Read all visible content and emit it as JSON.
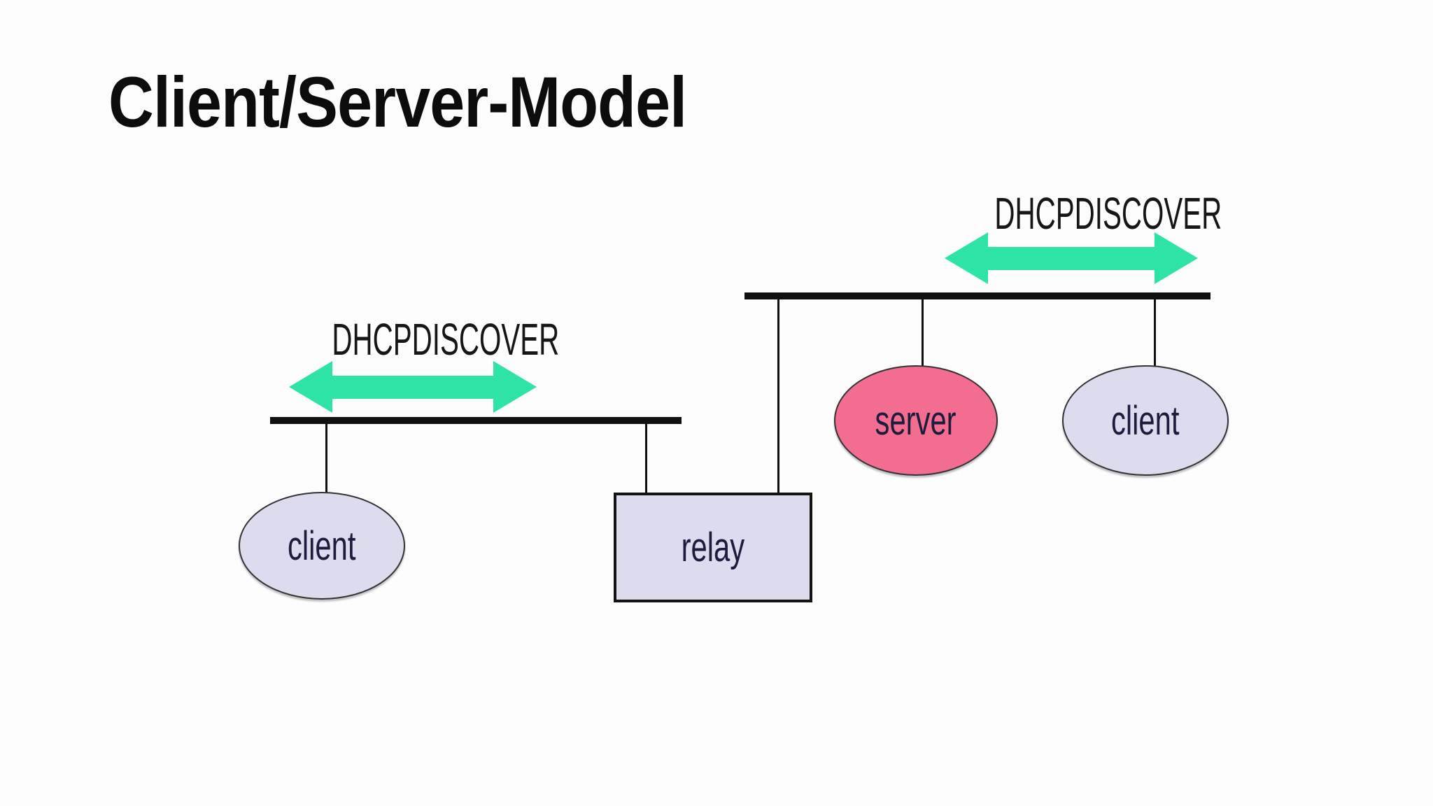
{
  "title": "Client/Server-Model",
  "colors": {
    "title_ink": "#0c0c0c",
    "text_black": "#161616",
    "label_ink": "#1c1c3c",
    "arrow_green": "#2ee3a6",
    "server_pink": "#f26d90",
    "node_lavender": "#dcdcee",
    "node_border": "#333333",
    "line_black": "#101010"
  },
  "subnet_left": {
    "message_label": "DHCPDISCOVER",
    "client_label": "client"
  },
  "subnet_right": {
    "message_label": "DHCPDISCOVER",
    "server_label": "server",
    "client_label": "client"
  },
  "relay": {
    "label": "relay"
  }
}
